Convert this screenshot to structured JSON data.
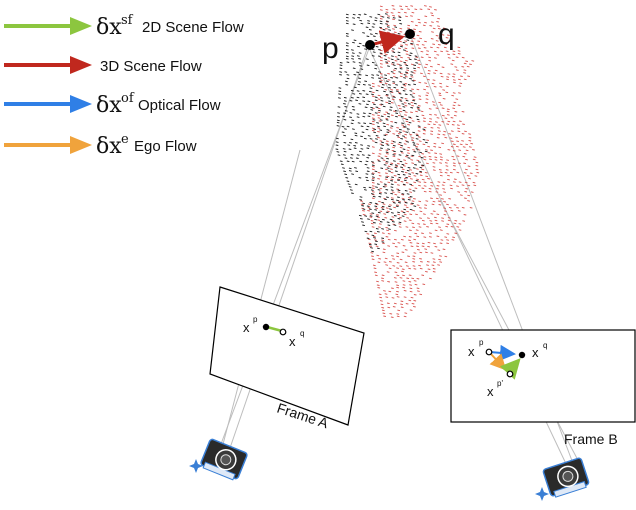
{
  "legend": {
    "items": [
      {
        "symbol": "δx",
        "sup": "sf",
        "label": "2D Scene Flow",
        "color": "#8cc63f"
      },
      {
        "symbol": "",
        "sup": "",
        "label": "3D Scene Flow",
        "color": "#c0281e"
      },
      {
        "symbol": "δx",
        "sup": "of",
        "label": "Optical Flow",
        "color": "#2f7fe6"
      },
      {
        "symbol": "δx",
        "sup": "e",
        "label": "Ego Flow",
        "color": "#f0a33c"
      }
    ]
  },
  "points": {
    "p": "p",
    "q": "q"
  },
  "frame_a": {
    "title": "Frame A",
    "x_p_base": "x",
    "x_p_sup": "p",
    "x_q_base": "x",
    "x_q_sup": "q"
  },
  "frame_b": {
    "title": "Frame B",
    "x_p_base": "x",
    "x_p_sup": "p",
    "x_q_base": "x",
    "x_q_sup": "q",
    "x_pp_base": "x",
    "x_pp_sup": "p'"
  },
  "colors": {
    "scene_flow_2d": "#8cc63f",
    "scene_flow_3d": "#c0281e",
    "optical_flow": "#2f7fe6",
    "ego_flow": "#f0a33c",
    "camera_body": "#2a2a2a",
    "camera_accent": "#3a7fd5",
    "cloud_a": "#1a1a1a",
    "cloud_b": "#d9534f"
  }
}
